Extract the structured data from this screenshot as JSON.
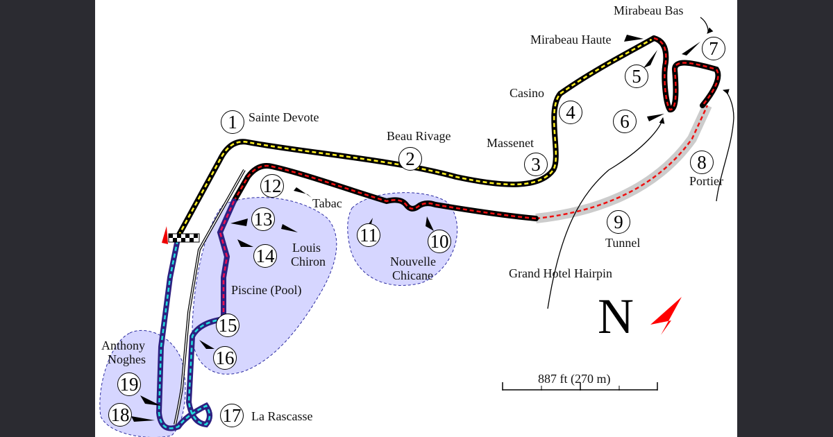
{
  "map": {
    "turns": [
      {
        "n": "1",
        "name": "Sainte Devote"
      },
      {
        "n": "2",
        "name": "Beau Rivage"
      },
      {
        "n": "3",
        "name": "Massenet"
      },
      {
        "n": "4",
        "name": "Casino"
      },
      {
        "n": "5",
        "name": "Mirabeau Haute"
      },
      {
        "n": "6",
        "name": "Grand Hotel Hairpin"
      },
      {
        "n": "7",
        "name": "Mirabeau Bas"
      },
      {
        "n": "8",
        "name": "Portier"
      },
      {
        "n": "9",
        "name": "Tunnel"
      },
      {
        "n": "10",
        "name": "Nouvelle Chicane"
      },
      {
        "n": "11",
        "name": "Nouvelle Chicane"
      },
      {
        "n": "12",
        "name": "Tabac"
      },
      {
        "n": "13",
        "name": "Louis Chiron"
      },
      {
        "n": "14",
        "name": "Louis Chiron"
      },
      {
        "n": "15",
        "name": "Piscine (Pool)"
      },
      {
        "n": "16",
        "name": "Piscine (Pool)"
      },
      {
        "n": "17",
        "name": "La Rascasse"
      },
      {
        "n": "18",
        "name": "Anthony Noghes"
      },
      {
        "n": "19",
        "name": "Anthony Noghes"
      }
    ],
    "labels": {
      "sainte_devote": "Sainte Devote",
      "beau_rivage": "Beau Rivage",
      "massenet": "Massenet",
      "casino": "Casino",
      "mirabeau_haute": "Mirabeau Haute",
      "mirabeau_bas": "Mirabeau Bas",
      "portier": "Portier",
      "tunnel": "Tunnel",
      "grand_hotel": "Grand Hotel Hairpin",
      "nouvelle_1": "Nouvelle",
      "nouvelle_2": "Chicane",
      "tabac": "Tabac",
      "louis_1": "Louis",
      "louis_2": "Chiron",
      "piscine": "Piscine (Pool)",
      "rascasse": "La Rascasse",
      "anthony_1": "Anthony",
      "anthony_2": "Noghes"
    },
    "north": {
      "letter": "N",
      "arrow_color": "#ff0000"
    },
    "scale": {
      "label": "887 ft (270 m)"
    },
    "colors": {
      "sector1": "#ffee22",
      "sector2": "#ee1111",
      "sector3": "#22dddd",
      "track_outline": "#000000",
      "tunnel": "#cccccc",
      "zone_fill": "#d6d6ff",
      "zone_border": "#2a2aa0",
      "start_arrow": "#ee0000"
    }
  }
}
